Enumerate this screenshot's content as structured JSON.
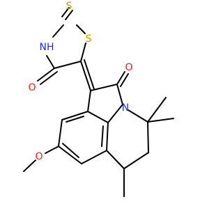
{
  "molecule": {
    "atoms": {
      "s_thione": "S",
      "nh": "NH",
      "s_ring": "S",
      "o_carbonyl_thiazolidinone": "O",
      "o_carbonyl_lactam": "O",
      "n_ring": "N",
      "o_methoxy": "O"
    },
    "colors": {
      "bond": "#000000",
      "sulfur": "#b5a000",
      "nitrogen": "#1f2fdc",
      "oxygen": "#ff1a1a"
    }
  }
}
